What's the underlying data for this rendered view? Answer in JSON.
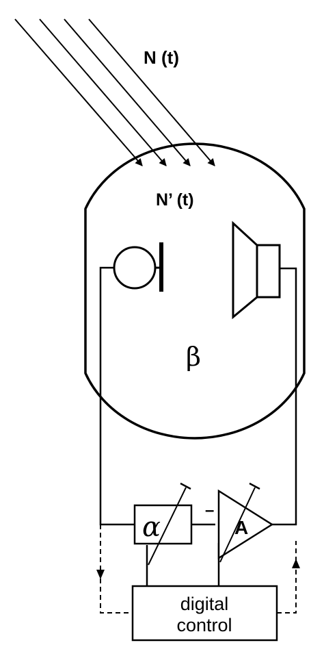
{
  "labels": {
    "incident_noise": "N (t)",
    "interior_noise": "N’ (t)",
    "feedback_path": "β",
    "filter": "α",
    "amplifier": "A",
    "amplifier_sign": "–",
    "control_line1": "digital",
    "control_line2": "control"
  },
  "icons": {
    "microphone": "microphone-icon",
    "loudspeaker": "loudspeaker-icon"
  },
  "colors": {
    "stroke": "#000000",
    "background": "#ffffff"
  }
}
